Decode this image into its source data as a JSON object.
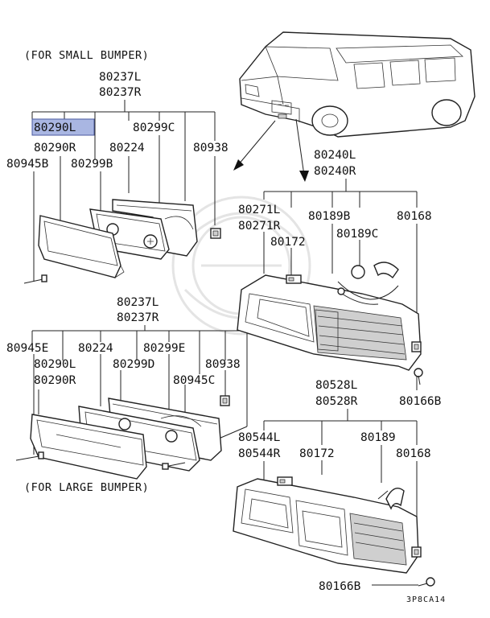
{
  "captions": {
    "small_bumper": "(FOR SMALL BUMPER)",
    "large_bumper": "(FOR LARGE BUMPER)",
    "diagram_code": "3P8CA14"
  },
  "parts": {
    "p80237L_a": "80237L",
    "p80237R_a": "80237R",
    "p80290L_a": "80290L",
    "p80290R_a": "80290R",
    "p80299C": "80299C",
    "p80224_a": "80224",
    "p80938_a": "80938",
    "p80945B": "80945B",
    "p80299B": "80299B",
    "p80240L": "80240L",
    "p80240R": "80240R",
    "p80271L": "80271L",
    "p80271R": "80271R",
    "p80189B": "80189B",
    "p80168_a": "80168",
    "p80172_a": "80172",
    "p80189C": "80189C",
    "p80237L_b": "80237L",
    "p80237R_b": "80237R",
    "p80945E": "80945E",
    "p80224_b": "80224",
    "p80299E": "80299E",
    "p80290L_b": "80290L",
    "p80290R_b": "80290R",
    "p80299D": "80299D",
    "p80938_b": "80938",
    "p80945C": "80945C",
    "p80166B_a": "80166B",
    "p80528L": "80528L",
    "p80528R": "80528R",
    "p80544L": "80544L",
    "p80544R": "80544R",
    "p80172_b": "80172",
    "p80189": "80189",
    "p80168_b": "80168",
    "p80166B_b": "80166B"
  },
  "highlight": {
    "part": "80290L",
    "color": "#a9b6e2"
  }
}
